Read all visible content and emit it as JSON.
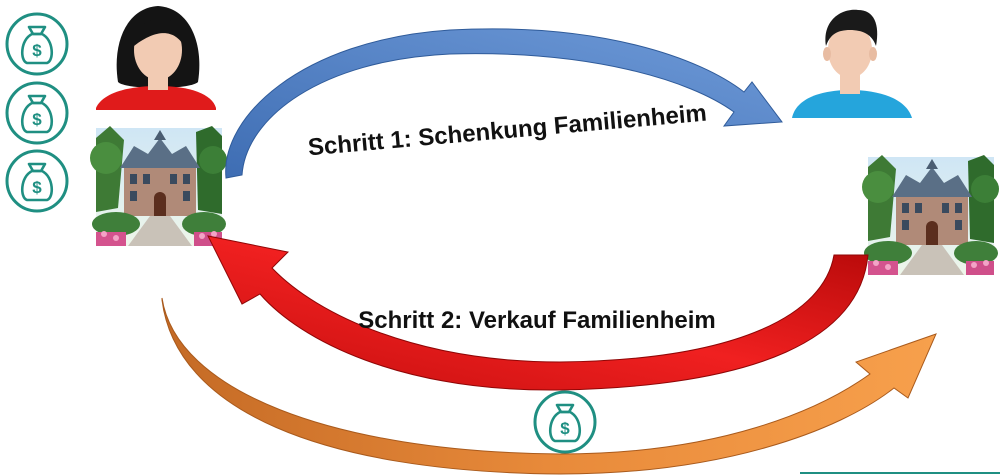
{
  "steps": [
    {
      "label": "Schritt 1: Schenkung Familienheim",
      "arrow_color": "#4f7fc4"
    },
    {
      "label": "Schritt 2: Verkauf Familienheim",
      "arrow_color": "#d81414"
    }
  ],
  "payment_arrow_color": "#ee8a35",
  "icons": {
    "money_bag": "money-bag-icon",
    "woman": "woman-avatar-icon",
    "man": "man-avatar-icon",
    "house": "house-image"
  },
  "colors": {
    "teal": "#1f8f82",
    "woman_top": "#e01b1b",
    "man_top": "#25a5dc",
    "skin": "#f2cbb3"
  }
}
